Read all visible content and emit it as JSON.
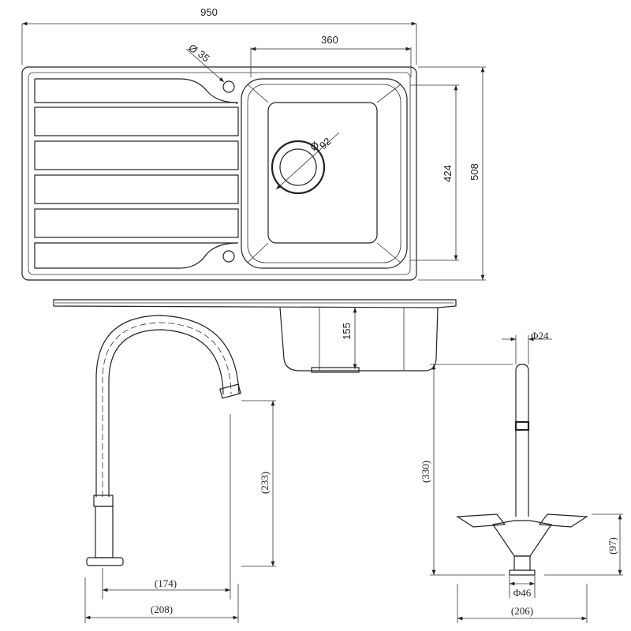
{
  "dimensions": {
    "sink_length": "950",
    "bowl_length": "360",
    "tap_hole_diameter": "35",
    "waste_diameter": "92",
    "bowl_width": "424",
    "sink_width": "508",
    "bowl_depth": "155",
    "tap_pipe_diameter": "Φ24",
    "spout_height": "(233)",
    "tap_height": "(330)",
    "handle_height": "(97)",
    "spout_inner_reach": "(174)",
    "spout_reach": "(208)",
    "tap_base_diameter": "Φ46",
    "handle_span": "(206)"
  }
}
